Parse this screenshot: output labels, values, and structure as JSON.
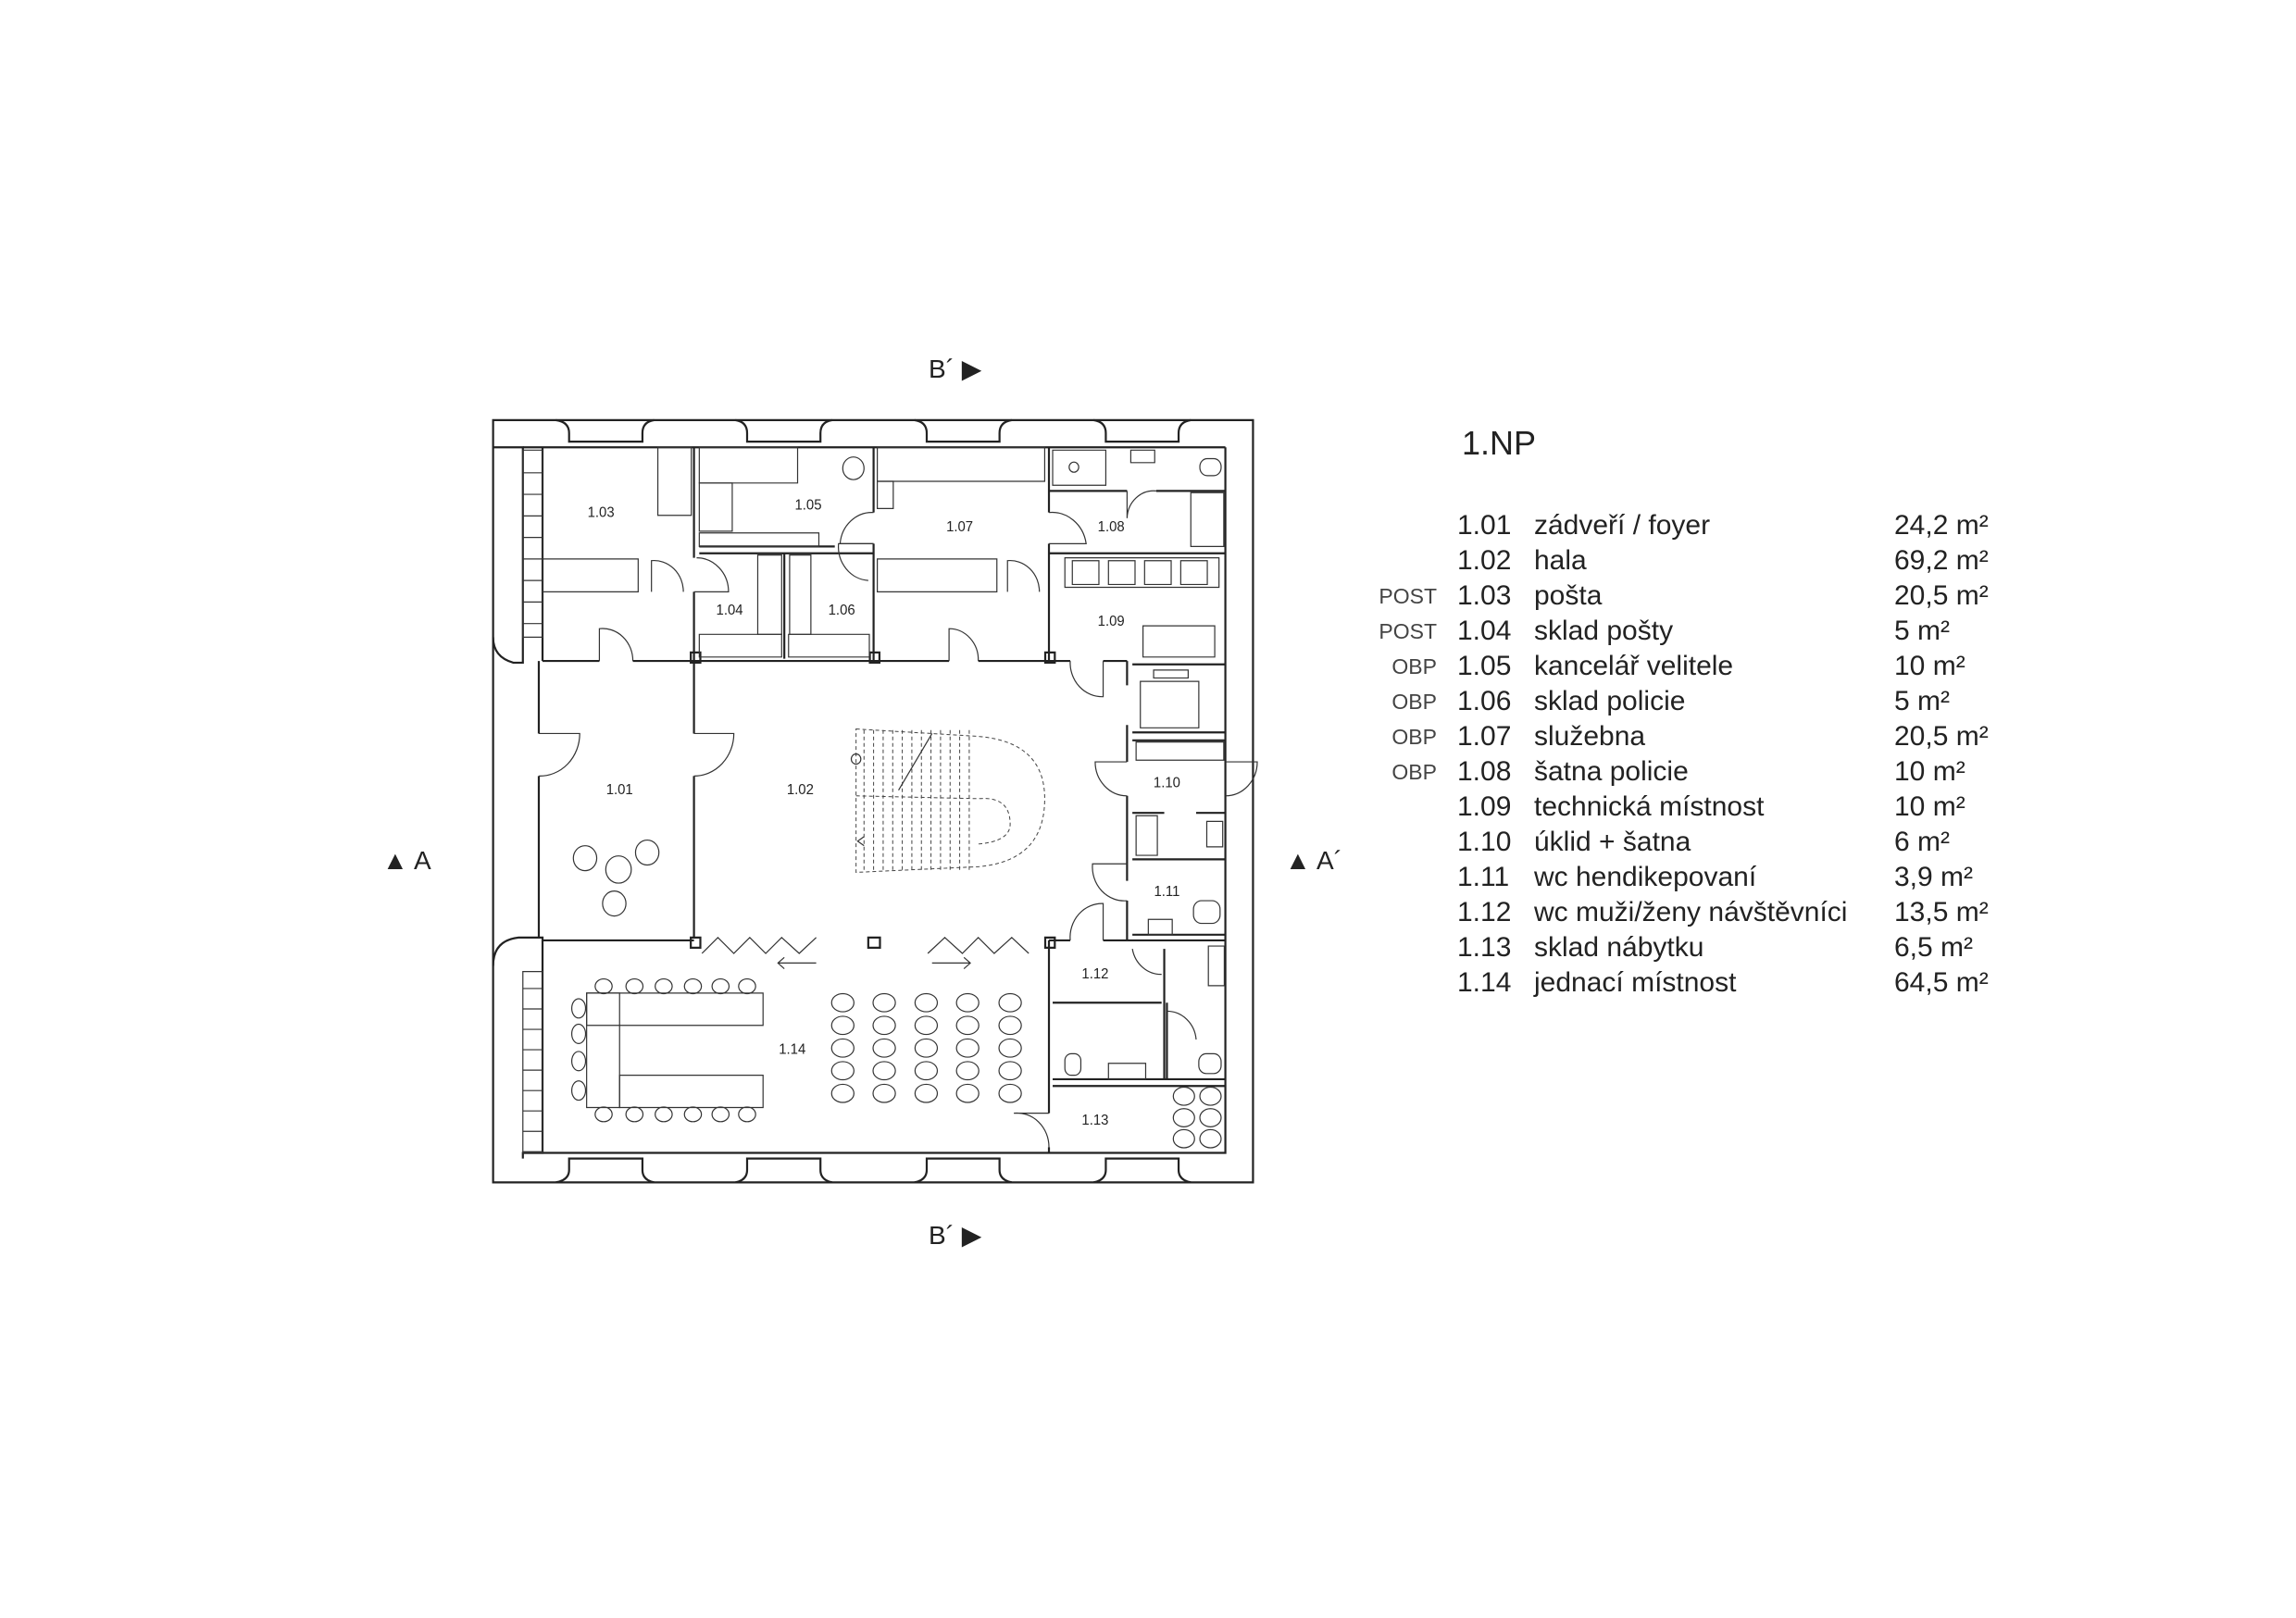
{
  "title": "1.NP",
  "section_markers": {
    "top": "B´ ▶",
    "bottom": "B´ ▶",
    "left": "▲ A",
    "right": "▲ A´"
  },
  "rooms": [
    {
      "tag": "",
      "number": "1.01",
      "name": "zádveří / foyer",
      "area": "24,2 m²"
    },
    {
      "tag": "",
      "number": "1.02",
      "name": "hala",
      "area": "69,2 m²"
    },
    {
      "tag": "POST",
      "number": "1.03",
      "name": "pošta",
      "area": "20,5 m²"
    },
    {
      "tag": "POST",
      "number": "1.04",
      "name": "sklad pošty",
      "area": "5 m²"
    },
    {
      "tag": "OBP",
      "number": "1.05",
      "name": "kancelář velitele",
      "area": "10 m²"
    },
    {
      "tag": "OBP",
      "number": "1.06",
      "name": "sklad policie",
      "area": "5 m²"
    },
    {
      "tag": "OBP",
      "number": "1.07",
      "name": "služebna",
      "area": "20,5 m²"
    },
    {
      "tag": "OBP",
      "number": "1.08",
      "name": "šatna policie",
      "area": "10 m²"
    },
    {
      "tag": "",
      "number": "1.09",
      "name": "technická místnost",
      "area": "10 m²"
    },
    {
      "tag": "",
      "number": "1.10",
      "name": "úklid + šatna",
      "area": "6 m²"
    },
    {
      "tag": "",
      "number": "1.11",
      "name": "wc hendikepovaní",
      "area": "3,9 m²"
    },
    {
      "tag": "",
      "number": "1.12",
      "name": "wc muži/ženy návštěvníci",
      "area": "13,5 m²"
    },
    {
      "tag": "",
      "number": "1.13",
      "name": "sklad nábytku",
      "area": "6,5 m²"
    },
    {
      "tag": "",
      "number": "1.14",
      "name": "jednací místnost",
      "area": "64,5 m²"
    }
  ]
}
